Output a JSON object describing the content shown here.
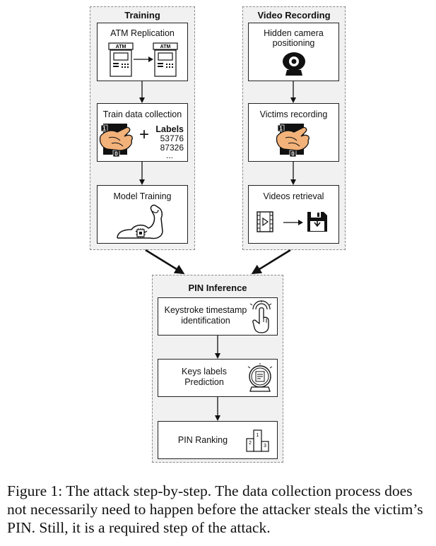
{
  "groups": {
    "training": {
      "title": "Training",
      "steps": [
        {
          "label": "ATM Replication",
          "atm_text": "ATM"
        },
        {
          "label": "Train data collection",
          "labels_title": "Labels",
          "labels": [
            "53776",
            "87326",
            "..."
          ],
          "plus": "+",
          "key_digits": [
            "1",
            "0"
          ]
        },
        {
          "label": "Model Training"
        }
      ]
    },
    "video": {
      "title": "Video Recording",
      "steps": [
        {
          "label_line1": "Hidden camera",
          "label_line2": "positioning"
        },
        {
          "label": "Victims recording",
          "key_digits": [
            "1",
            "0"
          ]
        },
        {
          "label": "Videos retrieval"
        }
      ]
    },
    "pin": {
      "title": "PIN Inference",
      "steps": [
        {
          "label_line1": "Keystroke timestamp",
          "label_line2": "identification"
        },
        {
          "label_line1": "Keys labels",
          "label_line2": "Prediction"
        },
        {
          "label": "PIN Ranking",
          "podium": [
            "1",
            "2",
            "3"
          ]
        }
      ]
    }
  },
  "caption": "Figure 1: The attack step-by-step. The data collection process does not necessarily need to happen before the attacker steals the victim’s PIN. Still, it is a required step of the attack."
}
